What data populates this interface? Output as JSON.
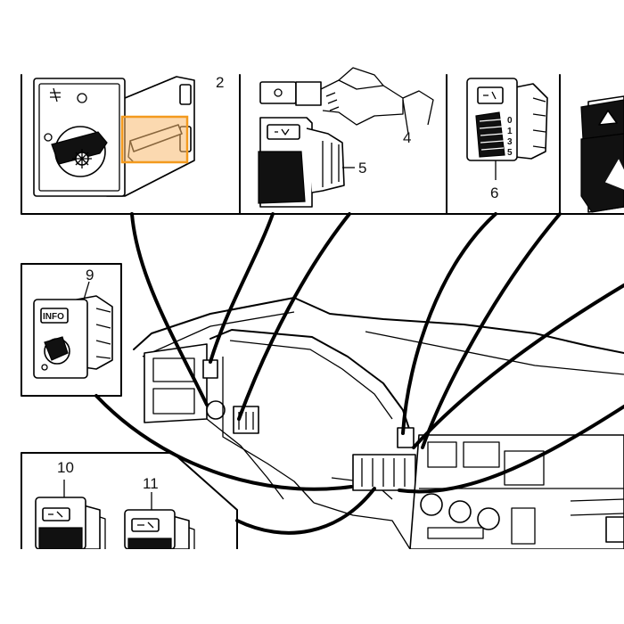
{
  "diagram": {
    "callouts": [
      "2",
      "4",
      "5",
      "6",
      "9",
      "10",
      "11"
    ],
    "info_button_text": "INFO",
    "dial_digits": [
      "0",
      "1",
      "3",
      "5"
    ],
    "highlight_color": "#f39a1e"
  }
}
